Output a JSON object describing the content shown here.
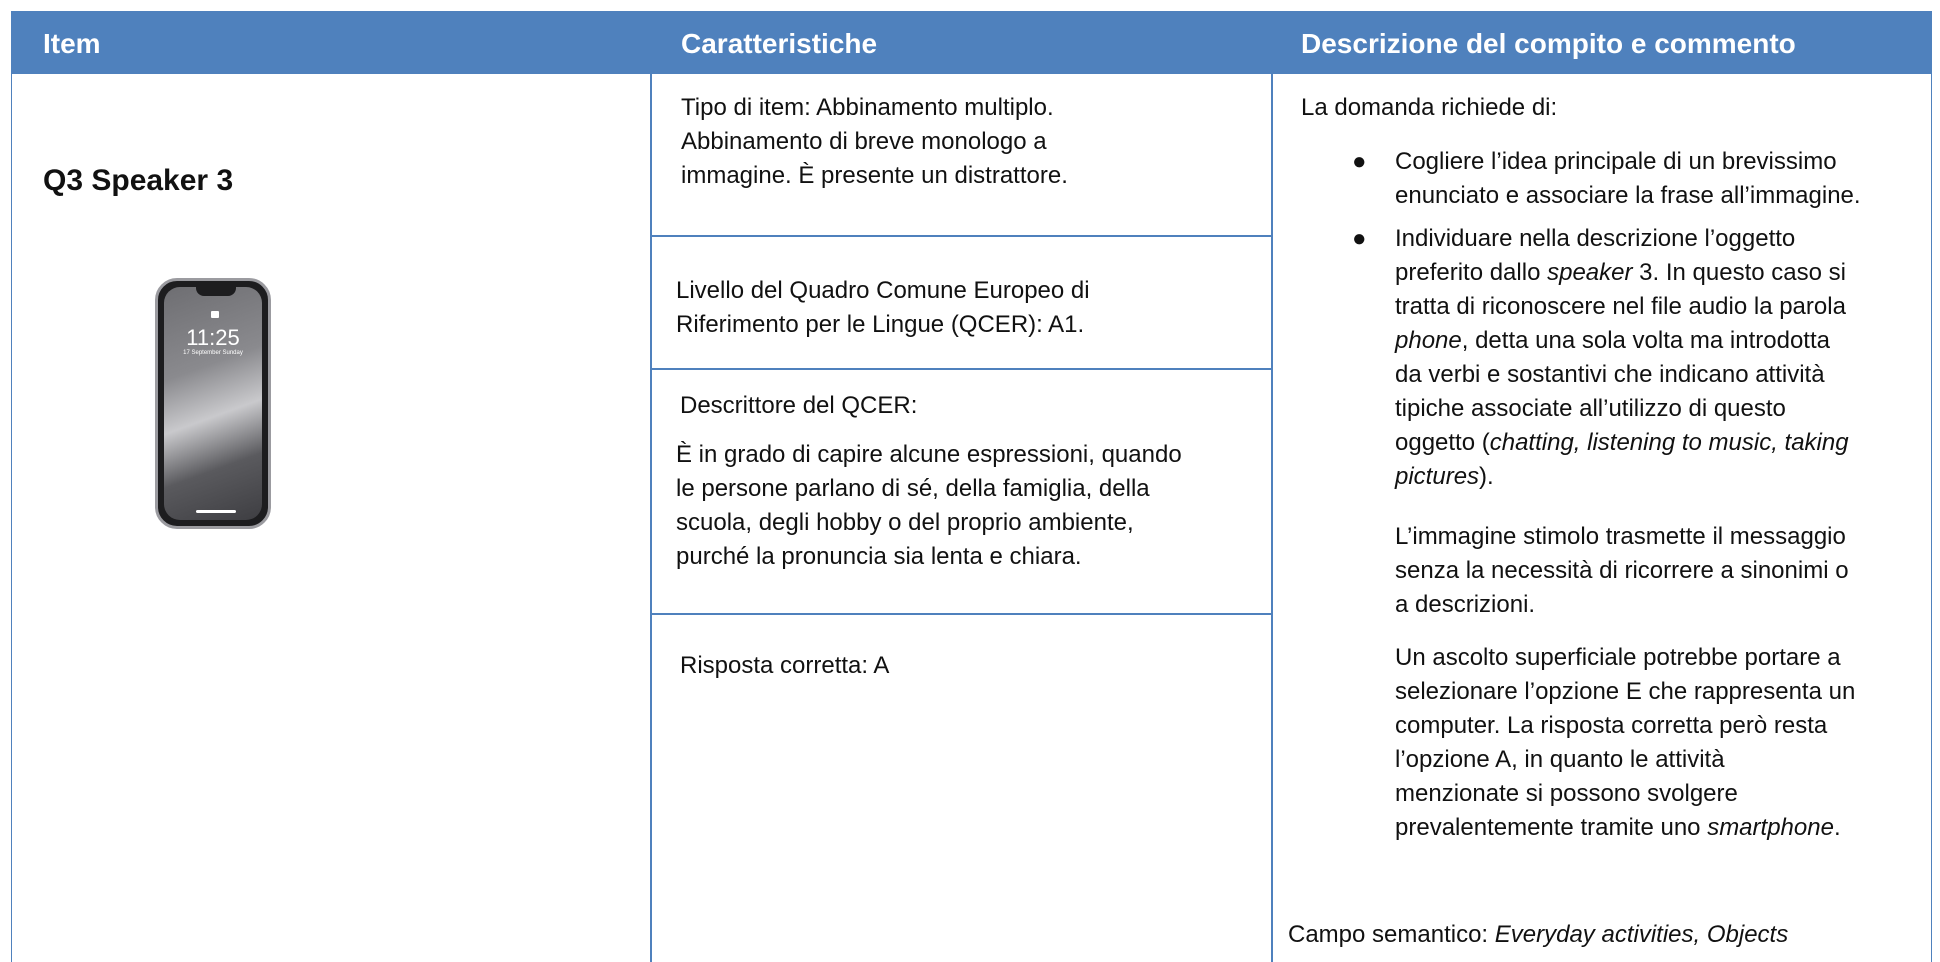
{
  "header": {
    "col1": "Item",
    "col2": "Caratteristiche",
    "col3": "Descrizione del compito e commento"
  },
  "item": {
    "title": "Q3 Speaker 3",
    "phone_time": "11:25",
    "phone_date": "17 September Sunday"
  },
  "features": {
    "type_lines": [
      "Tipo di item: Abbinamento multiplo.",
      "Abbinamento di breve monologo a",
      "immagine. È presente un distrattore."
    ],
    "level_lines": [
      "Livello del Quadro Comune Europeo di",
      "Riferimento per le Lingue (QCER): A1."
    ],
    "descriptor_heading": "Descrittore del QCER:",
    "descriptor_lines": [
      "È in grado di capire alcune espressioni, quando",
      "le persone parlano di sé, della famiglia, della",
      "scuola, degli hobby o del proprio ambiente,",
      "purché la pronuncia sia lenta e chiara."
    ],
    "answer": "Risposta corretta: A"
  },
  "description": {
    "intro": "La domanda richiede di:",
    "bullet1_lines": [
      "Cogliere l’idea principale di un brevissimo",
      "enunciato e associare la frase all’immagine."
    ],
    "bullet2_l1": "Individuare nella descrizione l’oggetto",
    "bullet2_l2_a": "preferito dallo ",
    "bullet2_l2_i": "speaker",
    "bullet2_l2_b": " 3. In questo caso si",
    "bullet2_l3": "tratta di riconoscere nel file audio la parola",
    "bullet2_l4_i": "phone",
    "bullet2_l4_b": ", detta una sola volta ma introdotta",
    "bullet2_l5": "da verbi e sostantivi che indicano attività",
    "bullet2_l6": "tipiche associate all’utilizzo di questo",
    "bullet2_l7_a": "oggetto (",
    "bullet2_l7_i": "chatting, listening to music, taking",
    "bullet2_l8_i": "pictures",
    "bullet2_l8_b": ").",
    "para1_lines": [
      "L’immagine stimolo trasmette il messaggio",
      "senza la necessità di ricorrere a sinonimi o",
      "a descrizioni."
    ],
    "para2_lines": [
      "Un ascolto superficiale potrebbe portare a",
      "selezionare l’opzione E che rappresenta un",
      "computer. La risposta corretta però resta",
      "l’opzione A, in quanto le attività",
      "menzionate si possono svolgere"
    ],
    "para2_last_a": "prevalentemente tramite uno ",
    "para2_last_i": "smartphone",
    "para2_last_b": ".",
    "semantic_label": "Campo semantico: ",
    "semantic_value": "Everyday activities, Objects"
  },
  "colors": {
    "header_bg": "#4f81bd",
    "border": "#4f81bd"
  }
}
